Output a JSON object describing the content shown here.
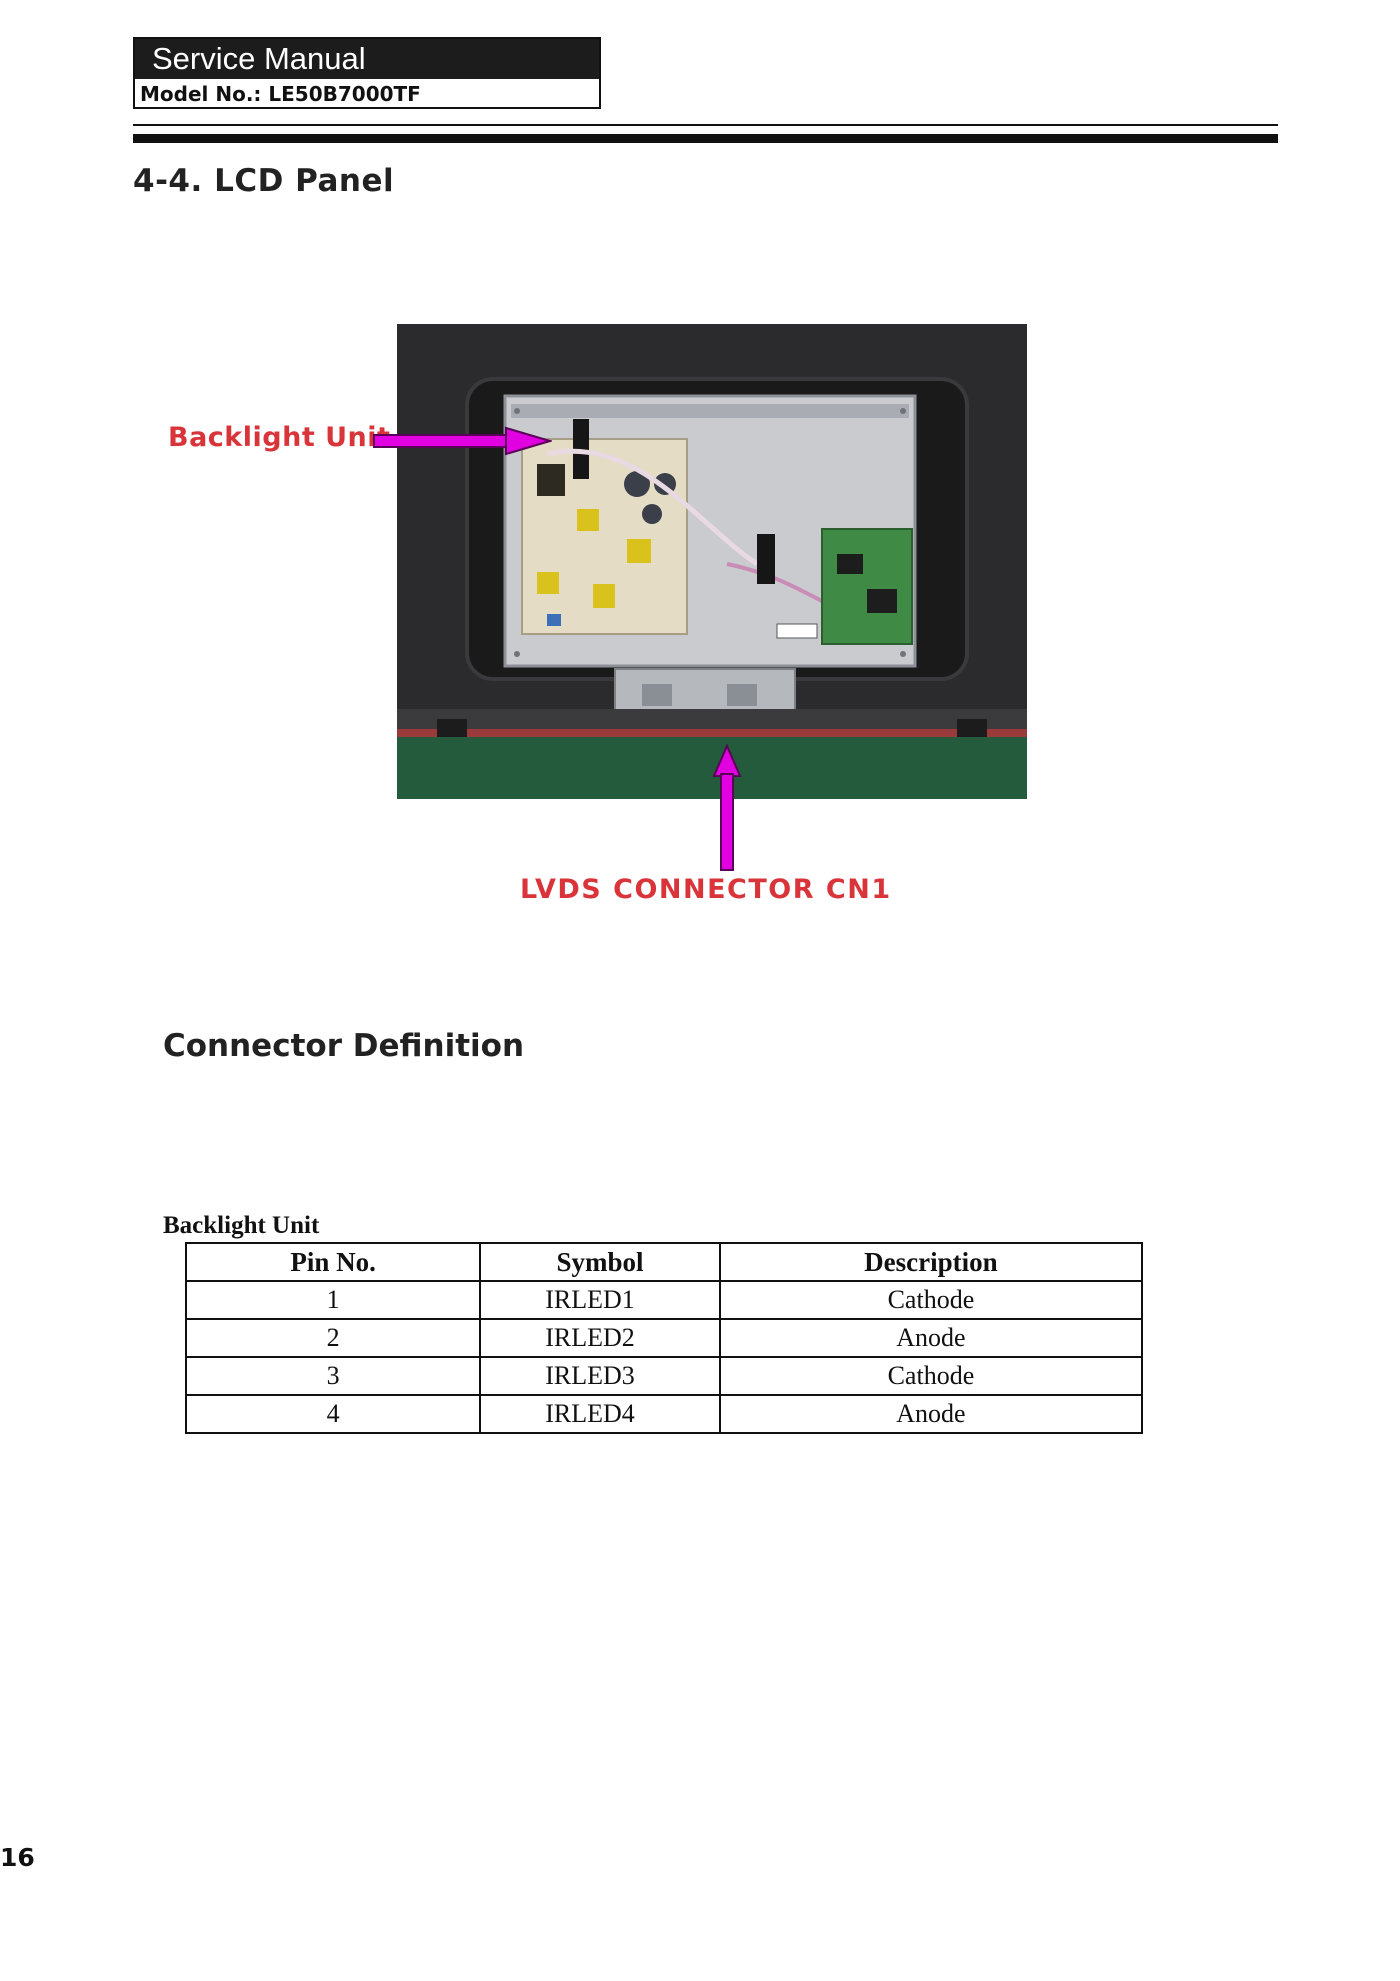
{
  "header": {
    "title": "Service Manual",
    "model": "Model No.: LE50B7000TF"
  },
  "section_title": "4-4. LCD Panel",
  "photo": {
    "labels": {
      "backlight": "Backlight Unit",
      "lvds": "LVDS CONNECTOR CN1"
    },
    "colors": {
      "label": "#d9343a",
      "arrow": "#e000e0"
    }
  },
  "subsection_title": "Connector Definition",
  "table": {
    "caption": "Backlight Unit",
    "headers": [
      "Pin No.",
      "Symbol",
      "Description"
    ],
    "rows": [
      [
        "1",
        "IRLED1",
        "Cathode"
      ],
      [
        "2",
        "IRLED2",
        "Anode"
      ],
      [
        "3",
        "IRLED3",
        "Cathode"
      ],
      [
        "4",
        "IRLED4",
        "Anode"
      ]
    ]
  },
  "page_number": "16"
}
